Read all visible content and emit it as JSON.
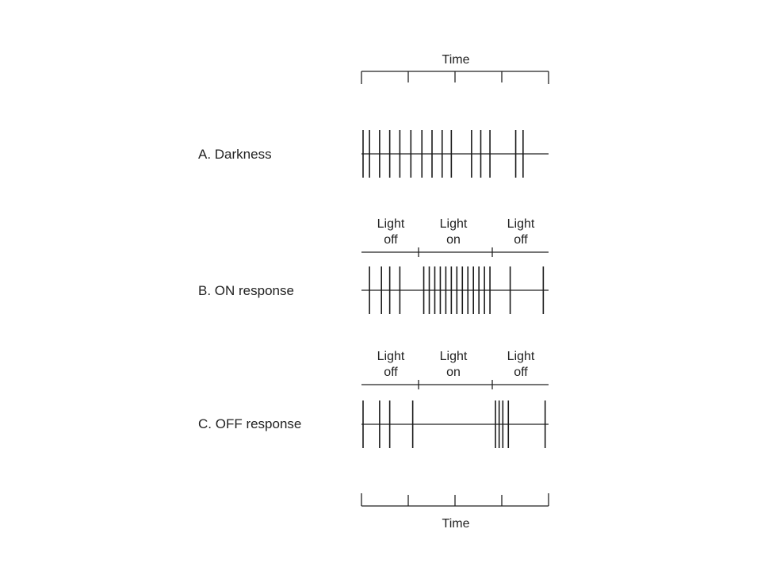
{
  "time_axis": {
    "label": "Time",
    "tick_count": 5
  },
  "light_phases": [
    "Light\noff",
    "Light\non",
    "Light\noff"
  ],
  "phase_bounds": [
    0,
    0.31,
    0.7,
    1
  ],
  "rows": [
    {
      "label": "A.  Darkness",
      "has_phase_header": false,
      "spikes": [
        0.0,
        0.035,
        0.09,
        0.145,
        0.2,
        0.26,
        0.32,
        0.375,
        0.43,
        0.48,
        0.59,
        0.64,
        0.69,
        0.83,
        0.87
      ]
    },
    {
      "label": "B.  ON response",
      "has_phase_header": true,
      "spikes": [
        0.035,
        0.1,
        0.145,
        0.2,
        0.33,
        0.36,
        0.39,
        0.42,
        0.45,
        0.48,
        0.51,
        0.54,
        0.57,
        0.6,
        0.63,
        0.66,
        0.69,
        0.8,
        0.98
      ]
    },
    {
      "label": "C.  OFF response",
      "has_phase_header": true,
      "spikes": [
        0.0,
        0.09,
        0.145,
        0.27,
        0.72,
        0.74,
        0.76,
        0.79,
        0.99
      ]
    }
  ]
}
